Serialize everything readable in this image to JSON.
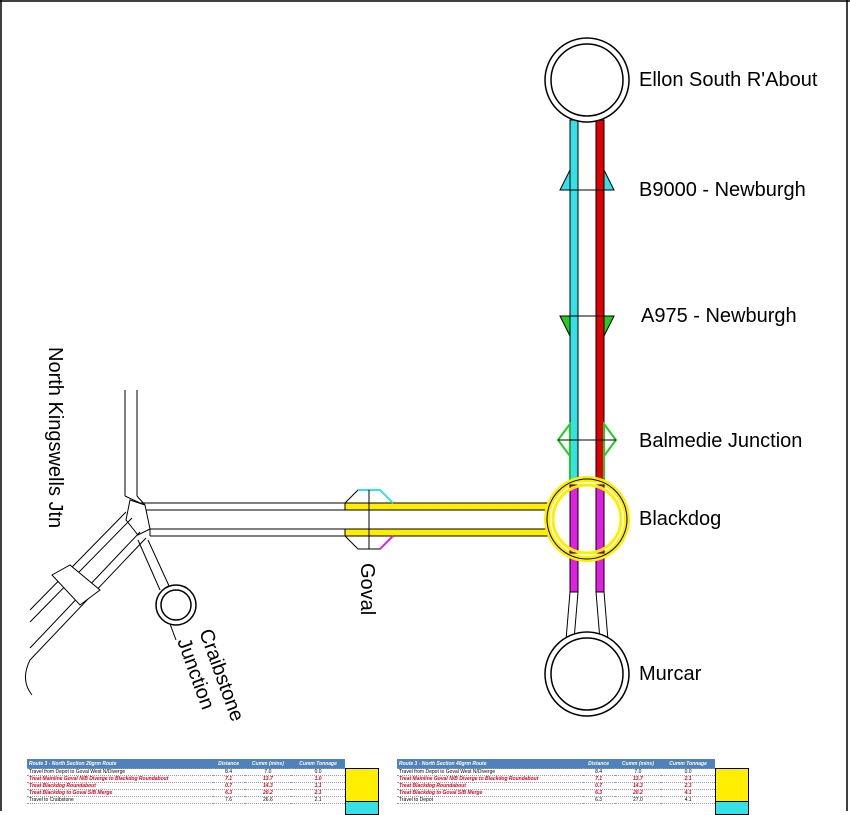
{
  "labels": {
    "ellon": "Ellon South R'About",
    "b9000": "B9000 - Newburgh",
    "a975": "A975 - Newburgh",
    "balmedie": "Balmedie Junction",
    "blackdog": "Blackdog",
    "murcar": "Murcar",
    "goval": "Goval",
    "kingswells": "North Kingswells Jtn",
    "craibstone_1": "Craibstone",
    "craibstone_2": "Junction"
  },
  "colors": {
    "cyan": "#35e0e6",
    "red": "#e00000",
    "green": "#22cc22",
    "yellow": "#ffee00",
    "magenta": "#e020e0",
    "header_blue": "#4f81bd"
  },
  "table1": {
    "title": "Route 3 - North Section 20grm Route",
    "col_distance": "Distance",
    "col_cumm": "Cumm (mins)",
    "col_tonnage": "Cumm Tonnage",
    "rows": [
      {
        "label": "Travel from Depot to Goval West N/Diverge",
        "d": "8.4",
        "c": "7.0",
        "t": "0.0"
      },
      {
        "label": "Treat Mainline Goval N/B Diverge to Blackdog Roundabout",
        "d": "7.1",
        "c": "13.7",
        "t": "1.0"
      },
      {
        "label": "Treat Blackdog Roundabout",
        "d": "0.7",
        "c": "14.3",
        "t": "1.1"
      },
      {
        "label": "Treat Blackdog to Goval S/B Merge",
        "d": "6.3",
        "c": "20.2",
        "t": "2.1"
      },
      {
        "label": "Travel to Craibstone",
        "d": "7.6",
        "c": "26.6",
        "t": "2.1"
      }
    ]
  },
  "table2": {
    "title": "Route 3 - North Section 40grm Route",
    "col_distance": "Distance",
    "col_cumm": "Cumm (mins)",
    "col_tonnage": "Cumm Tonnage",
    "rows": [
      {
        "label": "Travel from Depot to Goval West N/Diverge",
        "d": "8.4",
        "c": "7.0",
        "t": "0.0"
      },
      {
        "label": "Treat Mainline Goval N/B Diverge to Blackdog Roundabout",
        "d": "7.1",
        "c": "13.7",
        "t": "2.1"
      },
      {
        "label": "Treat Blackdog Roundabout",
        "d": "0.7",
        "c": "14.3",
        "t": "2.3"
      },
      {
        "label": "Treat Blackdog to Goval S/B Merge",
        "d": "6.3",
        "c": "20.2",
        "t": "4.1"
      },
      {
        "label": "Travel to Depot",
        "d": "6.3",
        "c": "27.0",
        "t": "4.1"
      }
    ]
  }
}
